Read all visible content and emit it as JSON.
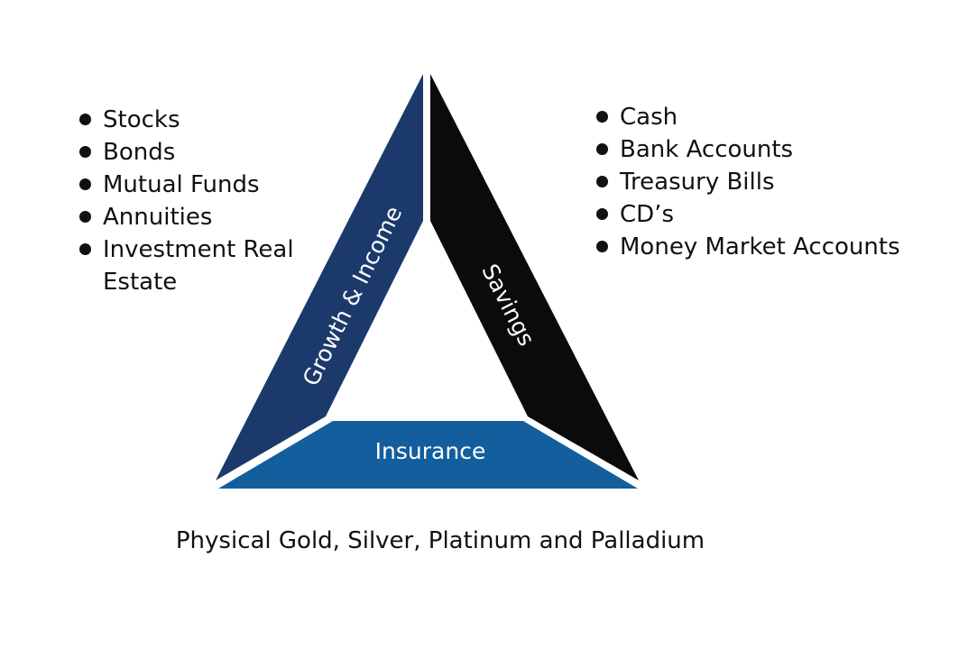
{
  "diagram": {
    "segments": {
      "growth_income": {
        "label": "Growth & Income",
        "color": "#1b3a6b"
      },
      "savings": {
        "label": "Savings",
        "color": "#0b0b0b"
      },
      "insurance": {
        "label": "Insurance",
        "color": "#135e9c"
      }
    },
    "left_list": [
      "Stocks",
      "Bonds",
      "Mutual Funds",
      "Annuities",
      "Investment Real Estate"
    ],
    "right_list": [
      "Cash",
      "Bank Accounts",
      "Treasury Bills",
      "CD’s",
      "Money Market Accounts"
    ],
    "caption": "Physical Gold, Silver, Platinum and Palladium"
  }
}
